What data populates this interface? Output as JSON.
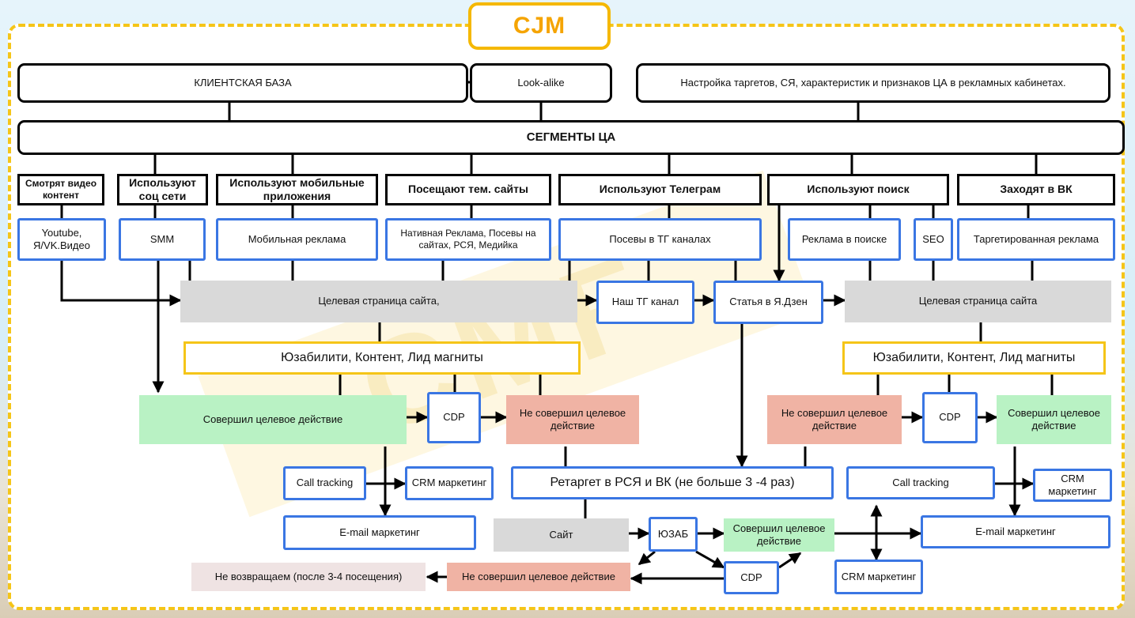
{
  "title": "CJM",
  "watermark": "CMF",
  "top": {
    "client_base": "КЛИЕНТСКАЯ БАЗА",
    "lookalike": "Look-alike",
    "targeting": "Настройка таргетов, СЯ, характеристик и признаков ЦА в рекламных кабинетах.",
    "segments": "СЕГМЕНТЫ ЦА"
  },
  "segments": [
    "Смотрят видео контент",
    "Используют соц сети",
    "Используют мобильные приложения",
    "Посещают тем. сайты",
    "Используют Телеграм",
    "Используют поиск",
    "Заходят в ВК"
  ],
  "channels": [
    "Youtube, Я/VK.Видео",
    "SMM",
    "Мобильная реклама",
    "Нативная Реклама, Посевы на сайтах, РСЯ, Медийка",
    "Посевы в ТГ каналах",
    "Реклама в поиске",
    "SEO",
    "Таргетированная реклама"
  ],
  "landing_left": "Целевая страница сайта,",
  "tg_channel": "Наш ТГ канал",
  "zen": "Статья в Я.Дзен",
  "landing_right": "Целевая страница сайта",
  "ux_left": "Юзабилити, Контент, Лид магниты",
  "ux_right": "Юзабилити, Контент, Лид магниты",
  "left_flow": {
    "done": "Совершил целевое  действие",
    "cdp": "CDP",
    "not_done": "Не совершил целевое действие",
    "call_tracking": "Call tracking",
    "crm": "CRM маркетинг",
    "email": "E-mail маркетинг"
  },
  "right_flow": {
    "not_done": "Не совершил целевое действие",
    "cdp": "CDP",
    "done": "Совершил целевое действие",
    "call_tracking": "Call tracking",
    "crm": "CRM маркетинг",
    "email": "E-mail маркетинг",
    "crm_bottom": "CRM маркетинг"
  },
  "retarget": "Ретаргет в РСЯ и ВК (не больше 3 -4 раз)",
  "bottom": {
    "site": "Сайт",
    "uzab": "ЮЗАБ",
    "done": "Совершил целевое действие",
    "cdp": "CDP",
    "not_done": "Не совершил целевое действие",
    "no_return": "Не возвращаем (после 3-4 посещения)"
  }
}
